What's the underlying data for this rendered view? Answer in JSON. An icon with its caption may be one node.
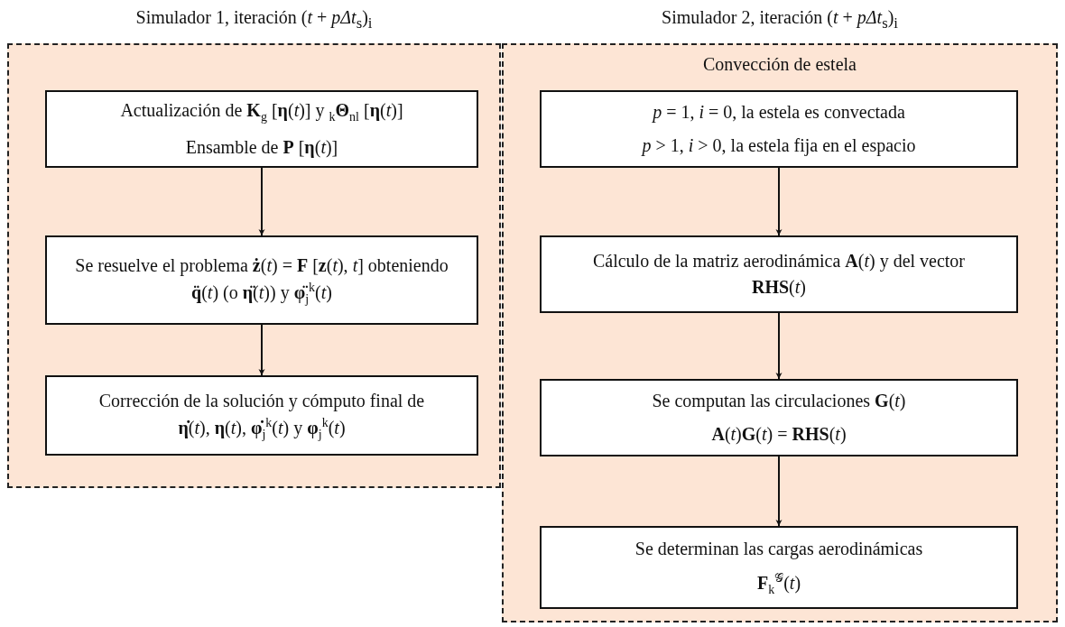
{
  "diagram": {
    "nodes": [
      {
        "text": [
          "Simulador 1, iteración (*t* + *pΔt*$_{s}$)$_{i}$"
        ]
      },
      {
        "text": [
          "Actualización de **K**$_{g}$ [**η**(*t*)] y $_{k}$**Θ**$_{nl}$ [**η**(*t*)]",
          "Ensamble de **P** [**η**(*t*)]"
        ],
        "in": 0
      },
      {
        "text": [
          "Se resuelve el problema **ż**(*t*) = **F** [**z**(*t*), *t*] obteniendo **q̈**(*t*) (o **η̈**(*t*)) y **φ̈**$_{j}$$^{k}$(*t*)"
        ],
        "in": 0
      },
      {
        "text": [
          "Corrección de la solución y cómputo final de **η̇**(*t*), **η**(*t*), **φ̇**$_{j}$$^{k}$(*t*) y **φ**$_{j}$$^{k}$(*t*)"
        ],
        "in": 0
      },
      {
        "text": [
          "Simulador 2, iteración (*t* + *pΔt*$_{s}$)$_{i}$",
          "Convección de estela"
        ]
      },
      {
        "text": [
          "*p* = 1, *i* = 0, la estela es convectada",
          "*p* > 1, *i* > 0, la estela fija en el espacio"
        ],
        "in": 4
      },
      {
        "text": [
          "Cálculo de la matriz aerodinámica **A**(*t*) y del vector **RHS**(*t*)"
        ],
        "in": 4
      },
      {
        "text": [
          "Se computan las circulaciones **G**(*t*)",
          "**A**(*t*)**G**(*t*) = **RHS**(*t*)"
        ],
        "in": 4
      },
      {
        "text": [
          "Se determinan las cargas aerodinámicas",
          "**F**$_{k}$$^{𝒢}$(*t*)"
        ],
        "in": 4
      }
    ],
    "edges": [
      {
        "from": 1,
        "to": 2,
        "arrow": "to"
      },
      {
        "from": 2,
        "to": 3,
        "arrow": "to"
      },
      {
        "from": 5,
        "to": 6,
        "arrow": "to"
      },
      {
        "from": 6,
        "to": 7,
        "arrow": "to"
      },
      {
        "from": 7,
        "to": 8,
        "arrow": "to"
      }
    ]
  }
}
